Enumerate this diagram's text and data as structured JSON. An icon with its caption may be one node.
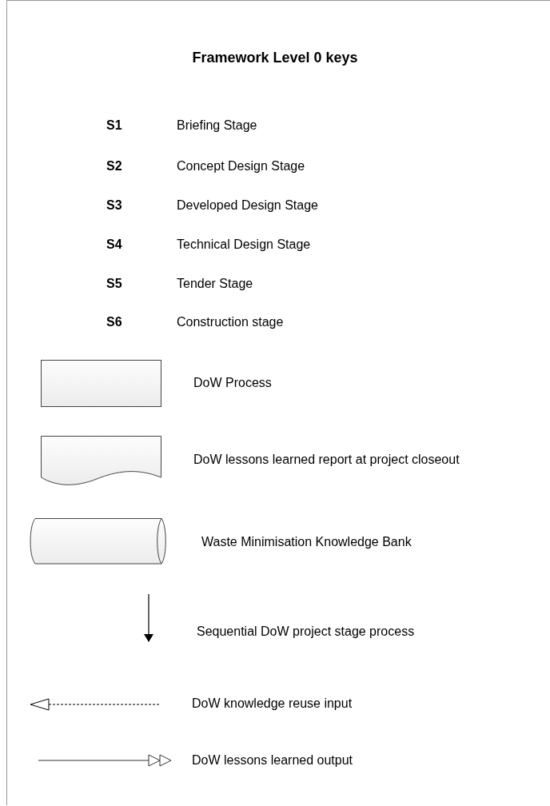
{
  "diagram": {
    "title": "Framework Level 0 keys",
    "labels": [
      "S1",
      "Briefing Stage",
      "S2",
      "Concept Design Stage",
      "S3",
      "Developed Design Stage",
      "S4",
      "Technical Design Stage",
      "S5",
      "Tender Stage",
      "S6",
      "Construction stage"
    ],
    "legend": [
      {
        "text": "DoW Process"
      },
      {
        "text": "DoW lessons learned report at project closeout"
      },
      {
        "text": "Waste Minimisation Knowledge Bank"
      },
      {
        "text": "Sequential DoW project stage process"
      },
      {
        "text": "DoW knowledge reuse input"
      },
      {
        "text": "DoW lessons learned output"
      }
    ]
  }
}
